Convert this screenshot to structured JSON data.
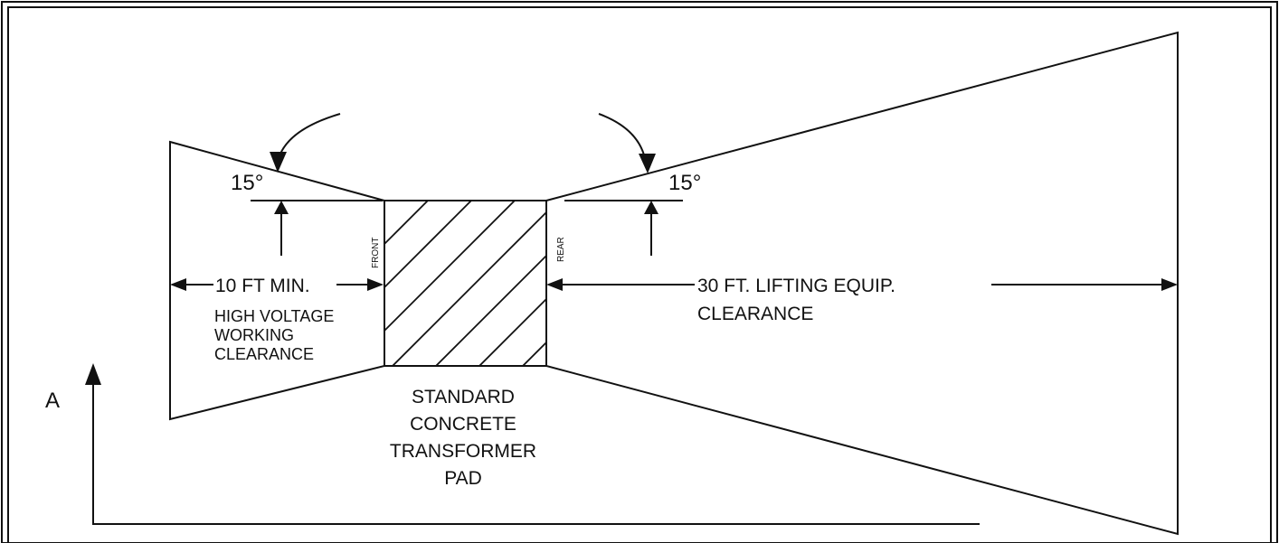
{
  "labels": {
    "left_angle": "15°",
    "right_angle": "15°",
    "front": "FRONT",
    "rear": "REAR",
    "left_distance": "10 FT MIN.",
    "left_note": [
      "HIGH VOLTAGE",
      "WORKING",
      "CLEARANCE"
    ],
    "right_distance": "30 FT. LIFTING EQUIP.",
    "right_note": "CLEARANCE",
    "pad_label": [
      "STANDARD",
      "CONCRETE",
      "TRANSFORMER",
      "PAD"
    ],
    "view_marker": "A"
  }
}
